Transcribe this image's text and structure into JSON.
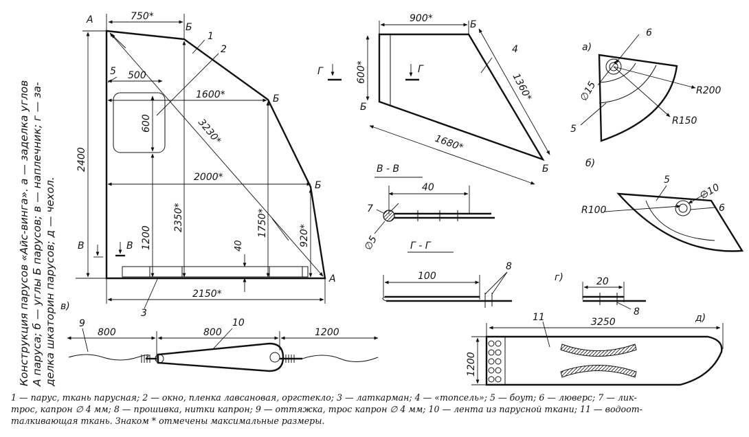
{
  "side_title": {
    "line1": "Конструкция парусов «Айс-винга». а — заделка углов",
    "line2": "А паруса; б — углы Б парусов; в — наплечник; г — за-",
    "line3": "делка шкаторин парусов; д — чехол."
  },
  "main_sail": {
    "corner_labels": [
      "А",
      "Б",
      "Б",
      "Б",
      "А",
      "В",
      "В"
    ],
    "dimensions": [
      "750*",
      "500",
      "1600*",
      "3230*",
      "2000*",
      "2400",
      "600",
      "2350*",
      "1200",
      "1750*",
      "920*",
      "40",
      "2150*"
    ],
    "part_numbers": [
      "1",
      "2",
      "3",
      "5"
    ]
  },
  "topsail": {
    "corner_labels": [
      "Б",
      "Б",
      "Б"
    ],
    "dimensions": [
      "900*",
      "600*",
      "1360*",
      "1680*"
    ],
    "part_number": "4",
    "section_marks": [
      "Г",
      "Г"
    ]
  },
  "detail_a": {
    "label": "а)",
    "dims": [
      "∅15",
      "R200",
      "R150"
    ],
    "parts": [
      "6",
      "5"
    ]
  },
  "detail_b": {
    "label": "б)",
    "dims": [
      "∅10",
      "R100"
    ],
    "parts": [
      "5",
      "6"
    ]
  },
  "section_vv": {
    "title": "В - В",
    "dims": [
      "40",
      "∅5"
    ],
    "part": "7"
  },
  "section_gg": {
    "title": "Г - Г",
    "dims": [
      "100"
    ],
    "part": "8"
  },
  "detail_g": {
    "label": "г)",
    "dims": [
      "20"
    ],
    "part": "8"
  },
  "detail_v": {
    "label": "в)",
    "dims": [
      "800",
      "800",
      "1200"
    ],
    "parts": [
      "9",
      "10"
    ]
  },
  "detail_d": {
    "label": "д)",
    "dims": [
      "3250",
      "1200"
    ],
    "part": "11"
  },
  "caption": {
    "line1": "1 — парус, ткань парусная; 2 — окно, пленка лавсановая, оргстекло; 3 — латкарман; 4 — «топсель»; 5 — боут; 6 — люверс; 7 — лик-",
    "line2": "трос, капрон ∅ 4 мм; 8 — прошивка, нитки капрон; 9 — оттяжка, трос капрон ∅ 4 мм; 10 — лента из парусной ткани; 11 — водоот-",
    "line3": "талкивающая ткань. Знаком * отмечены максимальные размеры."
  }
}
